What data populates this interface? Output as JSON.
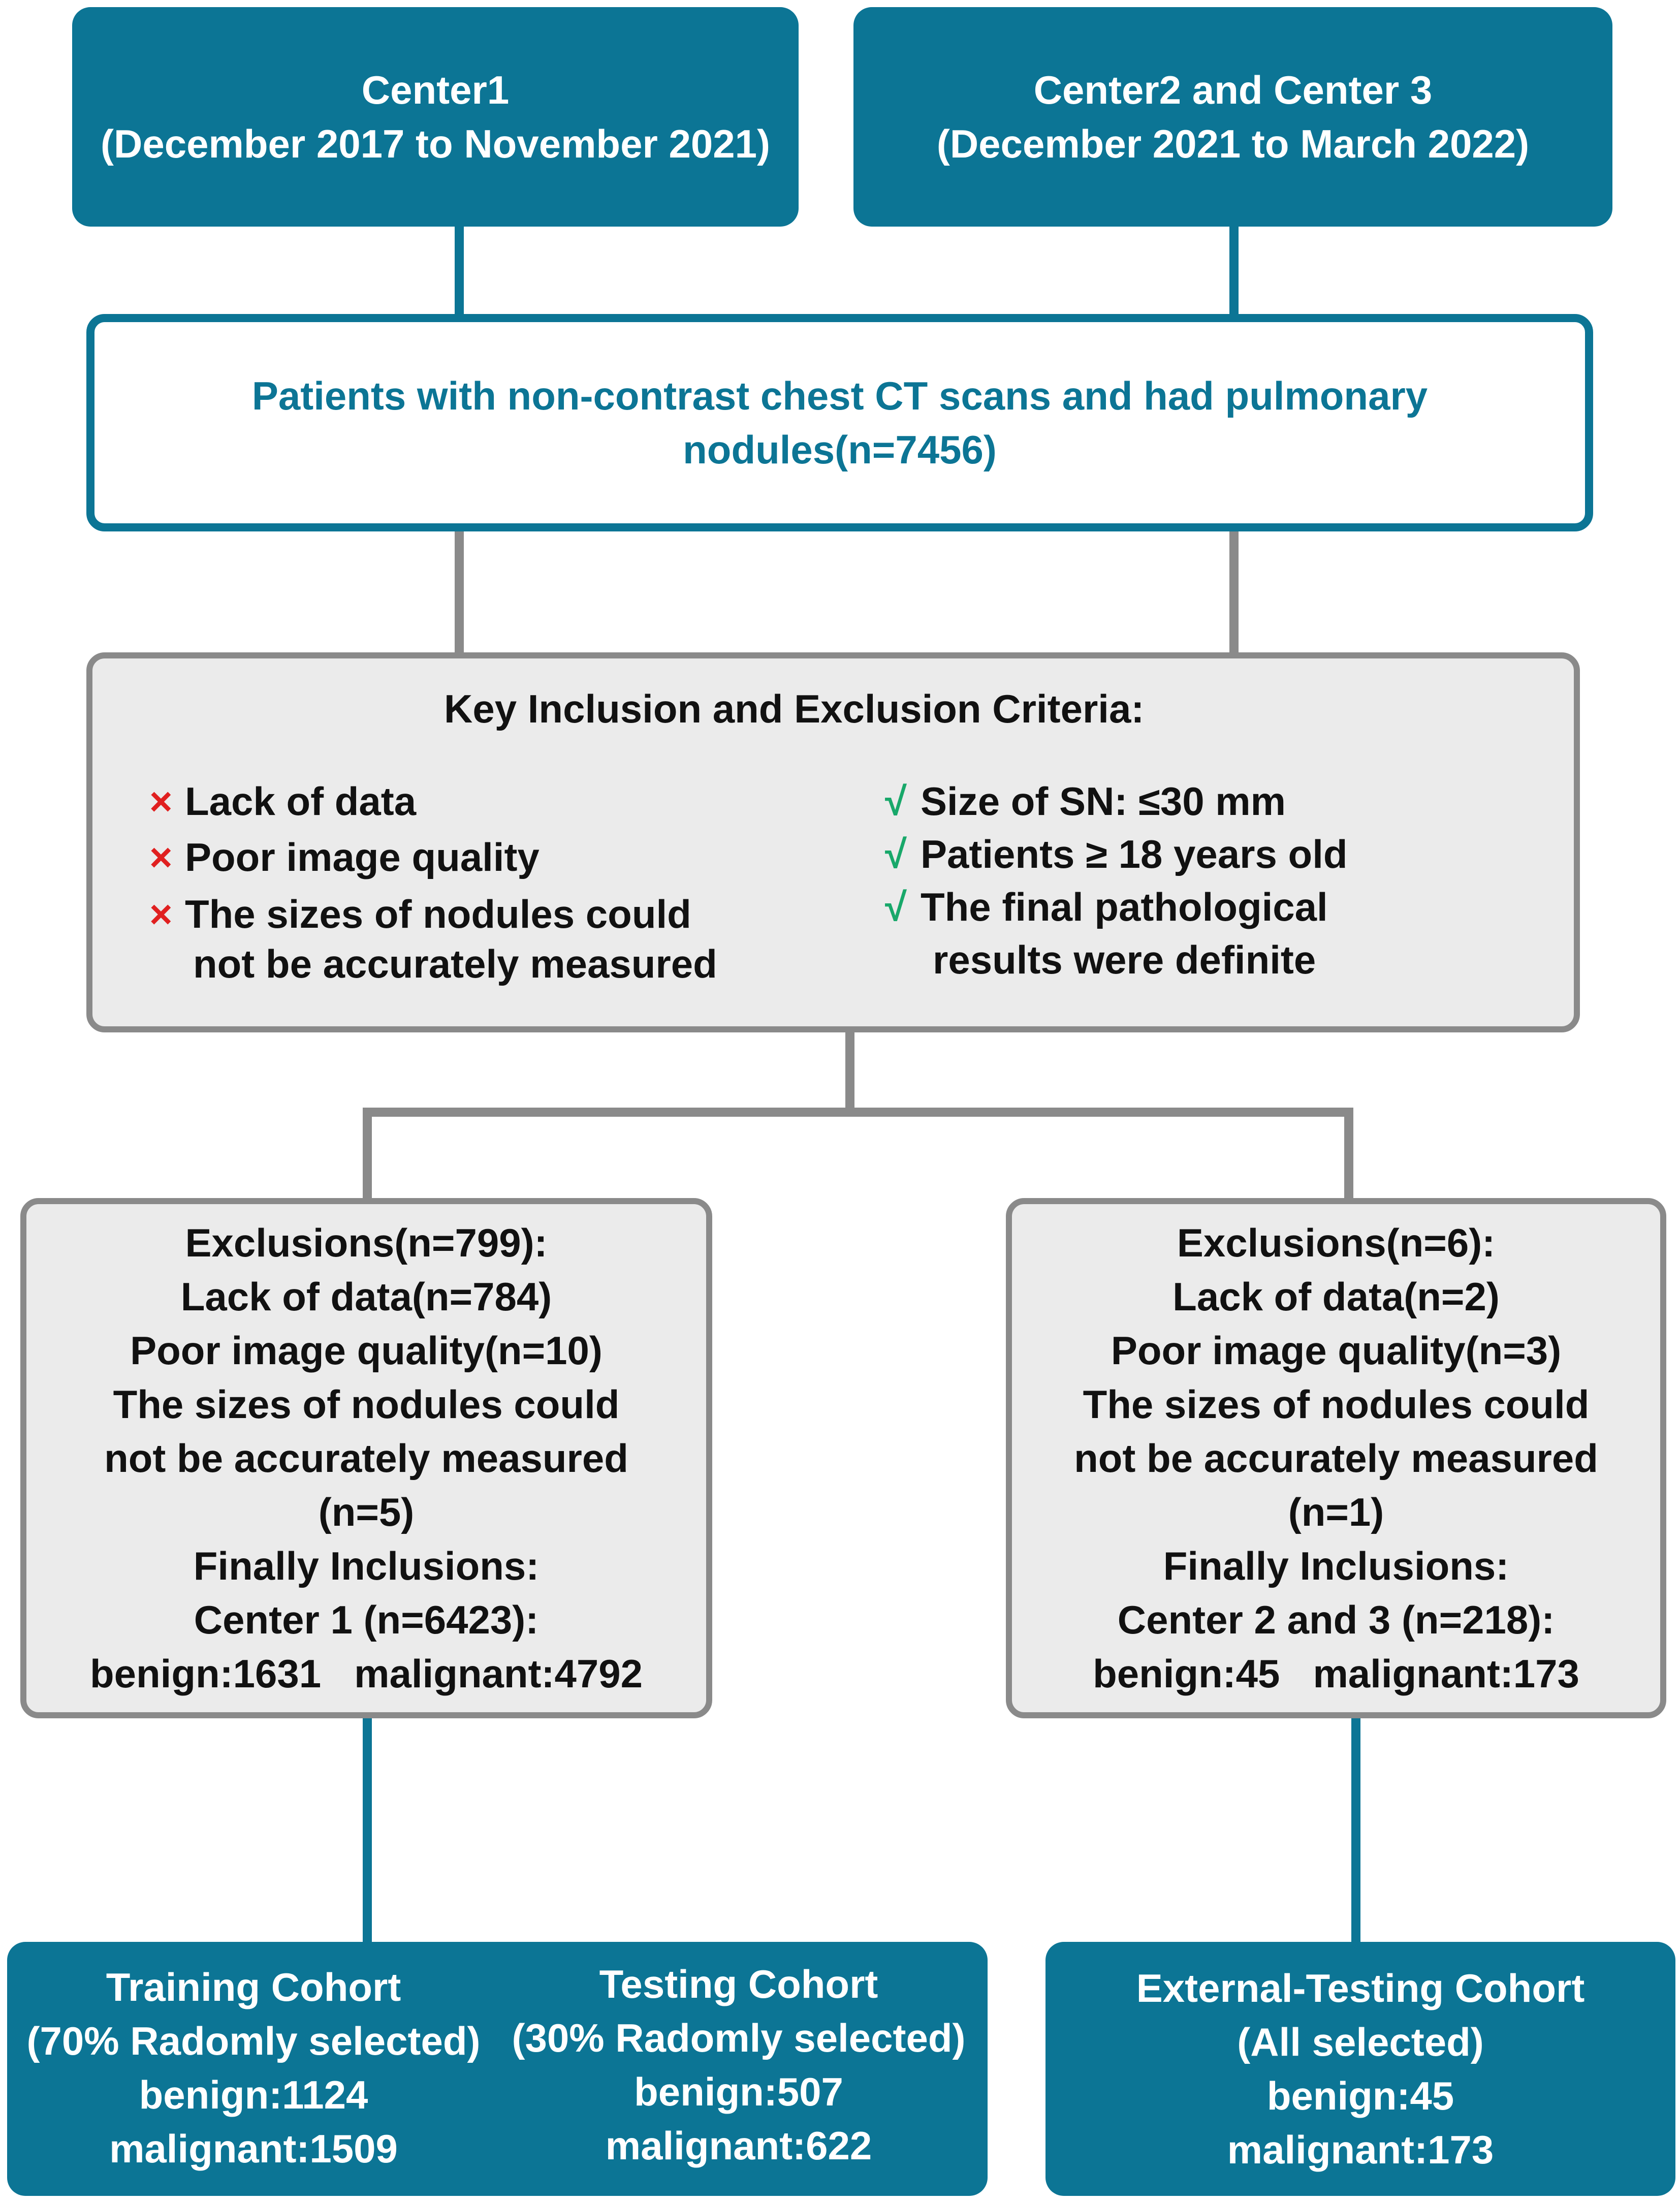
{
  "center1": {
    "title": "Center1",
    "period": "(December 2017 to November 2021)"
  },
  "center23": {
    "title": "Center2 and Center 3",
    "period": "(December 2021 to March 2022)"
  },
  "patients": {
    "line1": "Patients with non-contrast chest CT scans and had pulmonary",
    "line2": "nodules(n=7456)"
  },
  "criteria": {
    "title": "Key Inclusion and Exclusion Criteria:",
    "exclusion_icon": "cross-icon",
    "inclusion_icon": "check-icon",
    "exclusion_mark": "×",
    "inclusion_mark": "√",
    "exclusions": [
      "Lack of data",
      "Poor image quality",
      "The sizes of nodules could"
    ],
    "exclusion_continuation": "not be accurately measured",
    "inclusions": [
      "Size of SN: ≤30 mm",
      "Patients ≥ 18 years old",
      "The final pathological"
    ],
    "inclusion_continuation": "results were definite"
  },
  "left_exclusions": {
    "lines": [
      "Exclusions(n=799):",
      "Lack of data(n=784)",
      "Poor image quality(n=10)",
      "The sizes of nodules could",
      "not be accurately measured",
      "(n=5)",
      "Finally Inclusions:",
      "Center 1 (n=6423):",
      "benign:1631   malignant:4792"
    ]
  },
  "right_exclusions": {
    "lines": [
      "Exclusions(n=6):",
      "Lack of data(n=2)",
      "Poor image quality(n=3)",
      "The sizes of nodules could",
      "not be accurately measured",
      "(n=1)",
      "Finally Inclusions:",
      "Center 2 and 3 (n=218):",
      "benign:45   malignant:173"
    ]
  },
  "training": {
    "title": "Training Cohort",
    "selection": "(70% Radomly selected)",
    "benign": "benign:1124",
    "malignant": "malignant:1509"
  },
  "testing": {
    "title": "Testing Cohort",
    "selection": "(30% Radomly selected)",
    "benign": "benign:507",
    "malignant": "malignant:622"
  },
  "external": {
    "title": "External-Testing Cohort",
    "selection": "(All selected)",
    "benign": "benign:45",
    "malignant": "malignant:173"
  },
  "colors": {
    "teal": "#0c7595",
    "grey_border": "#8a8a8a",
    "grey_fill": "#ebebeb",
    "cross_red": "#e02020",
    "check_green": "#18a86a"
  }
}
